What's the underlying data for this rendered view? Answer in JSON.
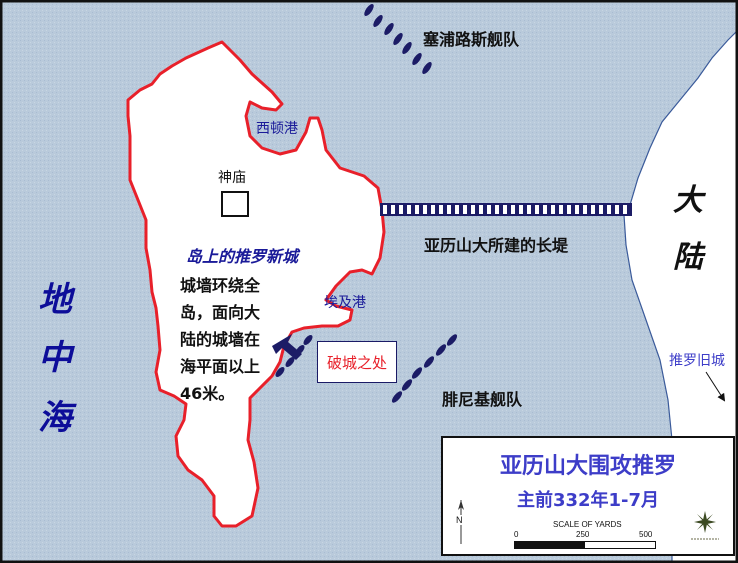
{
  "map": {
    "colors": {
      "sea": "#b9cadb",
      "land": "#ffffff",
      "wall": "#e8202a",
      "coast": "#3a5a9a",
      "fleet": "#1c1c66",
      "title": "#3d3dc8",
      "label_blue": "#1a1a99",
      "breach_text": "#e8202a"
    },
    "labels": {
      "tyrian_fleet": "塞浦路斯舰队",
      "sidon_harbor": "西顿港",
      "temple": "神庙",
      "new_tyre": "岛上的推罗新城",
      "wall_description": [
        "城墙环绕全",
        "岛，面向大",
        "陆的城墙在",
        "海平面以上",
        "46米。"
      ],
      "egypt_harbor": "埃及港",
      "mole": "亚历山大所建的长堤",
      "mainland_line1": "大",
      "mainland_line2": "陆",
      "old_tyre": "推罗旧城",
      "phoenician_fleet": "腓尼基舰队",
      "breach": "破城之处",
      "sea_line1": "地",
      "sea_line2": "中",
      "sea_line3": "海"
    }
  },
  "legend": {
    "title": "亚历山大围攻推罗",
    "subtitle": "主前332年1-7月",
    "north_label": "N",
    "scale": {
      "caption": "SCALE OF YARDS",
      "ticks": [
        "0",
        "250",
        "500"
      ]
    }
  }
}
